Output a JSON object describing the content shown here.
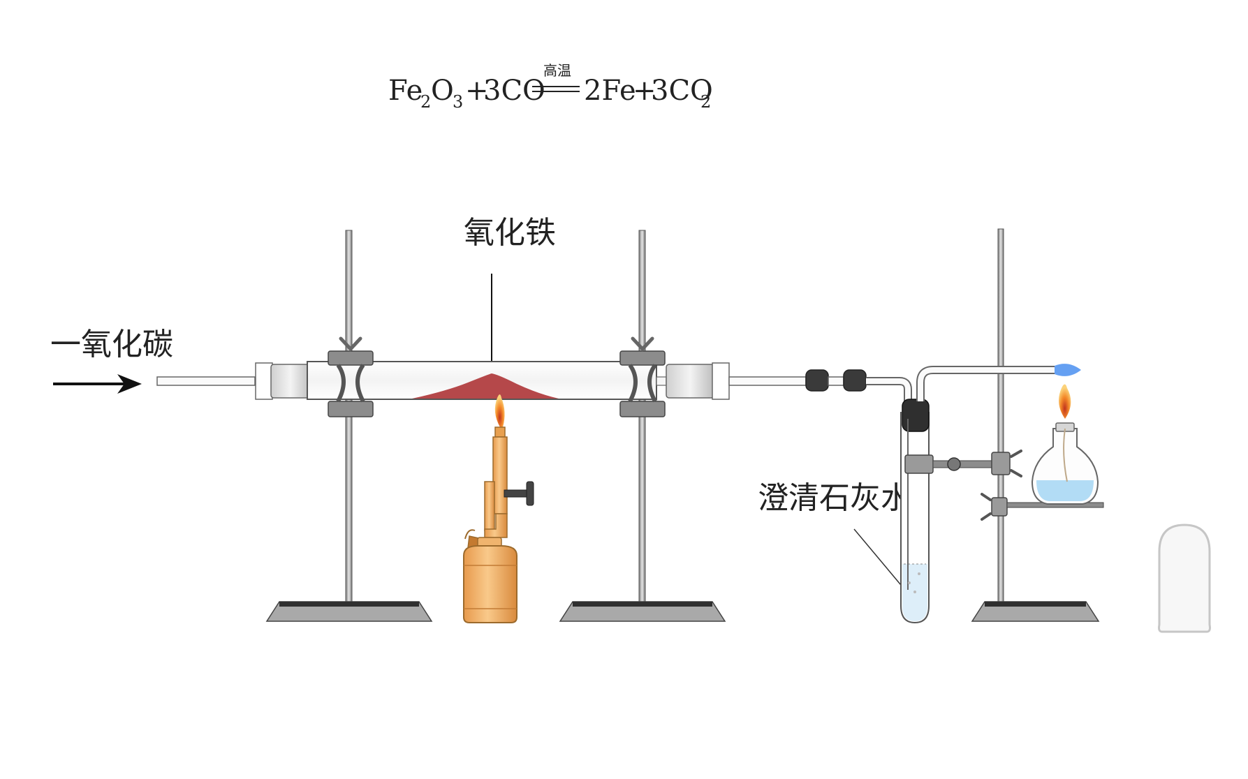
{
  "equation": {
    "fe": "Fe",
    "sub2a": "2",
    "o": "O",
    "sub3": "3",
    "plus1": "+",
    "three_co": "3CO",
    "condition": "高温",
    "two_fe": "2Fe",
    "plus2": "+",
    "three_co2": "3CO",
    "sub2b": "2"
  },
  "labels": {
    "carbon_monoxide": "一氧化碳",
    "iron_oxide": "氧化铁",
    "limewater": "澄清石灰水"
  },
  "colors": {
    "iron_oxide_powder": "#b5484a",
    "burner_body": "#f2b36a",
    "burner_outline": "#9c6a2c",
    "flame_outer": "#f7a23a",
    "flame_inner": "#d8482a",
    "blue_flame": "#4a8ff0",
    "limewater": "#cfe7f7",
    "alcohol": "#9fd3f2",
    "stand_base": "#3a3a3a",
    "glass_outline": "#555555"
  }
}
